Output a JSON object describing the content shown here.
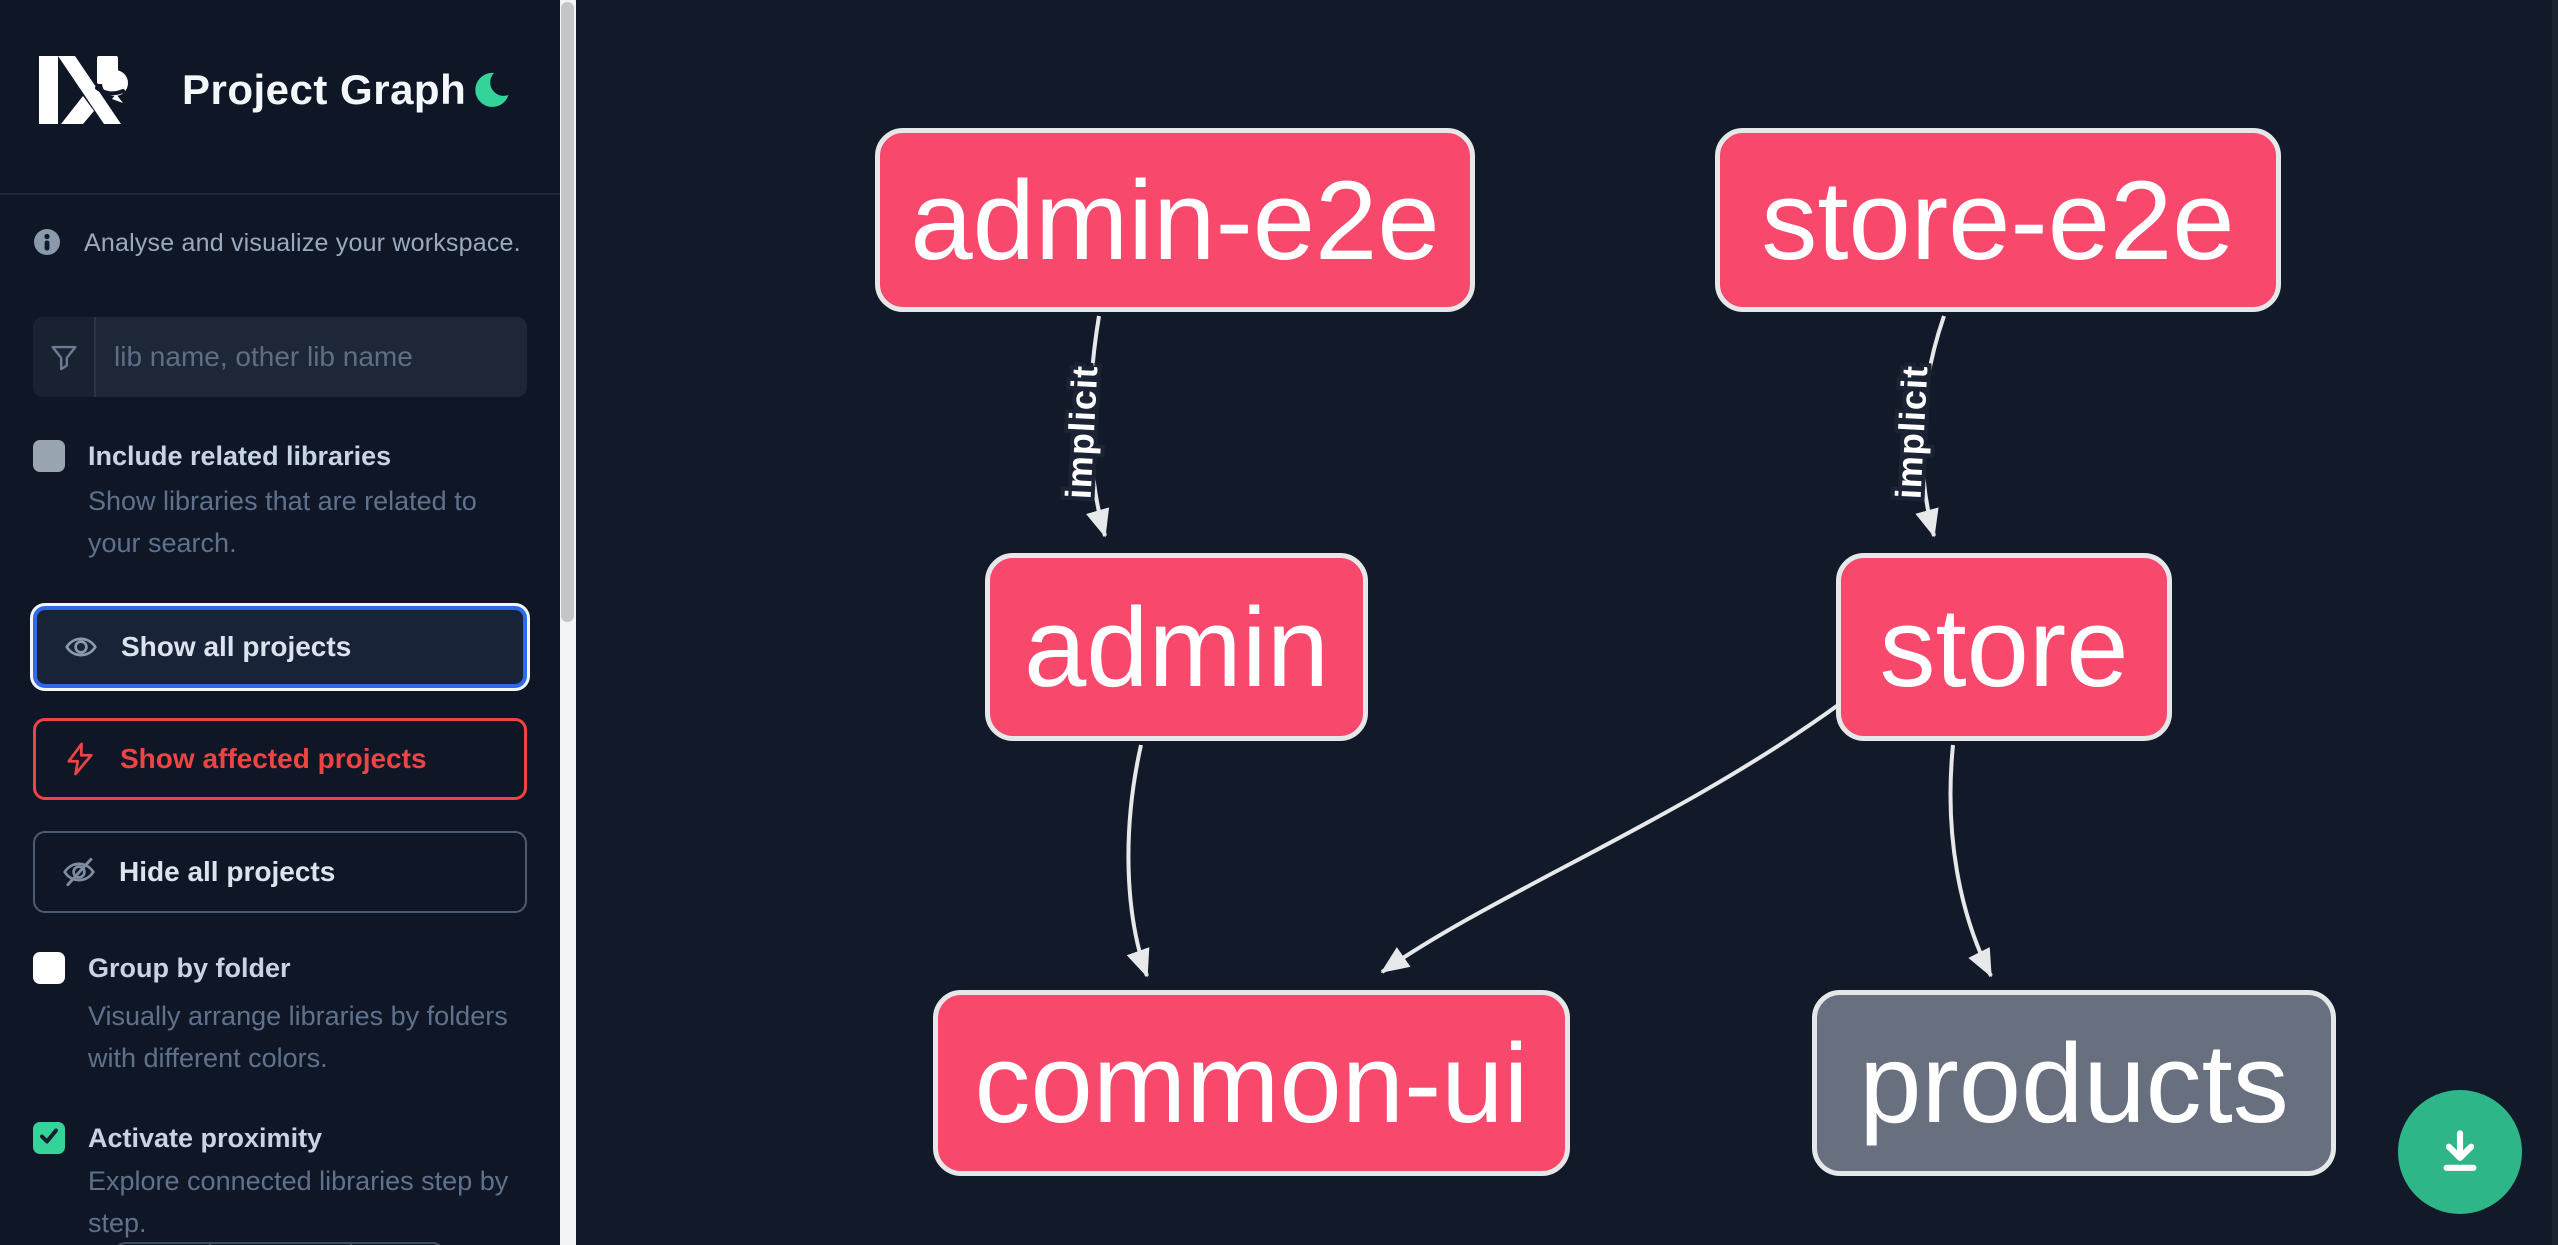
{
  "window": {
    "title": "Project Graph"
  },
  "sidebar": {
    "logo": "Nx",
    "title": "Project Graph",
    "tagline": "Analyse and visualize your workspace.",
    "search": {
      "placeholder": "lib name, other lib name",
      "value": ""
    },
    "include_related": {
      "label": "Include related libraries",
      "description": "Show libraries that are related to your search.",
      "checked": false
    },
    "actions": {
      "show_all": "Show all projects",
      "show_affected": "Show affected projects",
      "hide_all": "Hide all projects"
    },
    "group_by_folder": {
      "label": "Group by folder",
      "description": "Visually arrange libraries by folders with different colors.",
      "checked": false
    },
    "activate_proximity": {
      "label": "Activate proximity",
      "description": "Explore connected libraries step by step.",
      "checked": true
    }
  },
  "graph": {
    "nodes": [
      {
        "id": "admin-e2e",
        "label": "admin-e2e",
        "color": "#f8486b"
      },
      {
        "id": "store-e2e",
        "label": "store-e2e",
        "color": "#f8486b"
      },
      {
        "id": "admin",
        "label": "admin",
        "color": "#f8486b"
      },
      {
        "id": "store",
        "label": "store",
        "color": "#f8486b"
      },
      {
        "id": "common-ui",
        "label": "common-ui",
        "color": "#f8486b"
      },
      {
        "id": "products",
        "label": "products",
        "color": "#687080"
      }
    ],
    "edges": [
      {
        "from": "admin-e2e",
        "to": "admin",
        "label": "implicit"
      },
      {
        "from": "store-e2e",
        "to": "store",
        "label": "implicit"
      },
      {
        "from": "admin",
        "to": "common-ui",
        "label": ""
      },
      {
        "from": "store",
        "to": "common-ui",
        "label": ""
      },
      {
        "from": "store",
        "to": "products",
        "label": ""
      }
    ]
  },
  "icons": {
    "moon": "moon-icon",
    "info": "info-icon",
    "filter": "filter-funnel-icon",
    "eye": "eye-icon",
    "bolt": "lightning-bolt-icon",
    "eye_off": "eye-off-icon",
    "check": "checkmark-icon",
    "download": "download-icon"
  },
  "colors": {
    "sidebar_bg": "#0f1726",
    "graph_bg": "#121a29",
    "node_pink": "#f8486b",
    "node_gray": "#687080",
    "node_border": "#e6e7e9",
    "edge": "#e7e8ea",
    "focus_blue": "#2f6aeb",
    "affected_red": "#ef4444",
    "accent_green": "#34d399",
    "download_green": "#2eb688"
  }
}
